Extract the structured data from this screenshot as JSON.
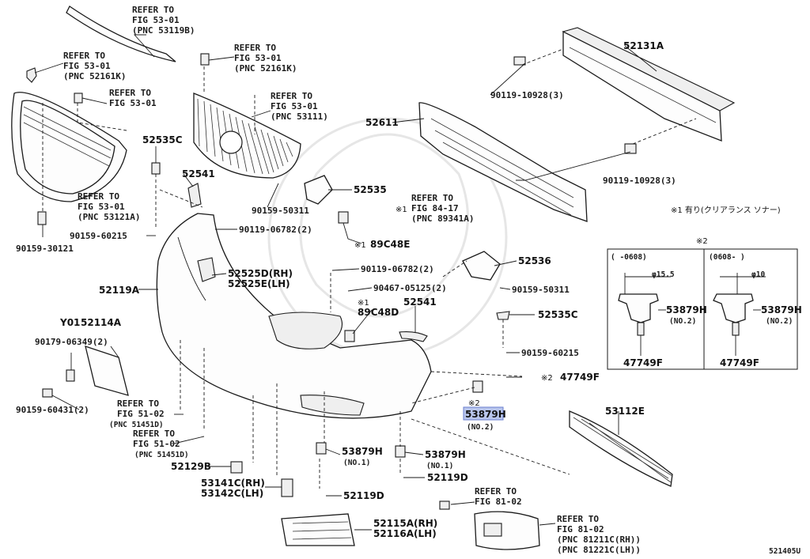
{
  "labels": {
    "refer_53119b": [
      "REFER TO",
      "FIG 53-01",
      "(PNC 53119B)"
    ],
    "refer_52161k_left": [
      "REFER TO",
      "FIG 53-01",
      "(PNC 52161K)"
    ],
    "refer_52161k_mid": [
      "REFER TO",
      "FIG 53-01",
      "(PNC 52161K)"
    ],
    "refer_53_01": [
      "REFER TO",
      "FIG 53-01"
    ],
    "refer_53111": [
      "REFER TO",
      "FIG 53-01",
      "(PNC 53111)"
    ],
    "refer_53121a": [
      "REFER TO",
      "FIG 53-01",
      "(PNC 53121A)"
    ],
    "refer_89341a": [
      "REFER TO",
      "FIG 84-17",
      "(PNC 89341A)"
    ],
    "refer_51451d_1": [
      "REFER TO",
      "FIG 51-02",
      "(PNC 51451D)"
    ],
    "refer_51451d_2": [
      "REFER TO",
      "FIG 51-02",
      "(PNC 51451D)"
    ],
    "refer_81_02_a": [
      "REFER TO",
      "FIG 81-02"
    ],
    "refer_81_02_b": [
      "REFER TO",
      "FIG 81-02",
      "(PNC 81211C(RH))",
      "(PNC 81221C(LH))"
    ],
    "star1": "※1",
    "star2": "※2",
    "p52131a": "52131A",
    "p90119_10928_a": "90119-10928(3)",
    "p90119_10928_b": "90119-10928(3)",
    "p52611": "52611",
    "p52535c_a": "52535C",
    "p52541_a": "52541",
    "p52535": "52535",
    "p90159_50311_a": "90159-50311",
    "p90159_60215_a": "90159-60215",
    "p90119_06782_a": "90119-06782(2)",
    "p90159_30121": "90159-30121",
    "p89c48e": "89C48E",
    "p52536": "52536",
    "p90159_50311_b": "90159-50311",
    "p52525d": "52525D(RH)",
    "p52525e": "52525E(LH)",
    "p90119_06782_b": "90119-06782(2)",
    "p90467": "90467-05125(2)",
    "p52119a": "52119A",
    "p89c48d": "89C48D",
    "p52541_b": "52541",
    "p52535c_b": "52535C",
    "p90159_60215_b": "90159-60215",
    "p47749f": "47749F",
    "py01": "Y01",
    "p52114a": "52114A",
    "p90179": "90179-06349(2)",
    "p90159_60431": "90159-60431(2)",
    "p53879h_hl": "53879H",
    "p53879h_hl_sub": "(NO.2)",
    "p53112e": "53112E",
    "p53879h_no1_a": "53879H",
    "p53879h_no1_a_sub": "(NO.1)",
    "p53879h_no1_b": "53879H",
    "p53879h_no1_b_sub": "(NO.1)",
    "p52129b": "52129B",
    "p53141c": "53141C(RH)",
    "p53142c": "53142C(LH)",
    "p52119d_a": "52119D",
    "p52119d_b": "52119D",
    "p52115a": "52115A(RH)",
    "p52116a": "52116A(LH)",
    "note_jp": "※1 有り(クリアランス ソナー)",
    "diagram_id": "521405U"
  },
  "inset": {
    "title": "※2",
    "left_header": "(   -0608)",
    "right_header": "(0608-   )",
    "left_dim": "φ15.5",
    "right_dim": "φ10",
    "part_left": "53879H",
    "part_left_sub": "(NO.2)",
    "part_right": "53879H",
    "part_right_sub": "(NO.2)",
    "bottom_left": "47749F",
    "bottom_right": "47749F"
  }
}
